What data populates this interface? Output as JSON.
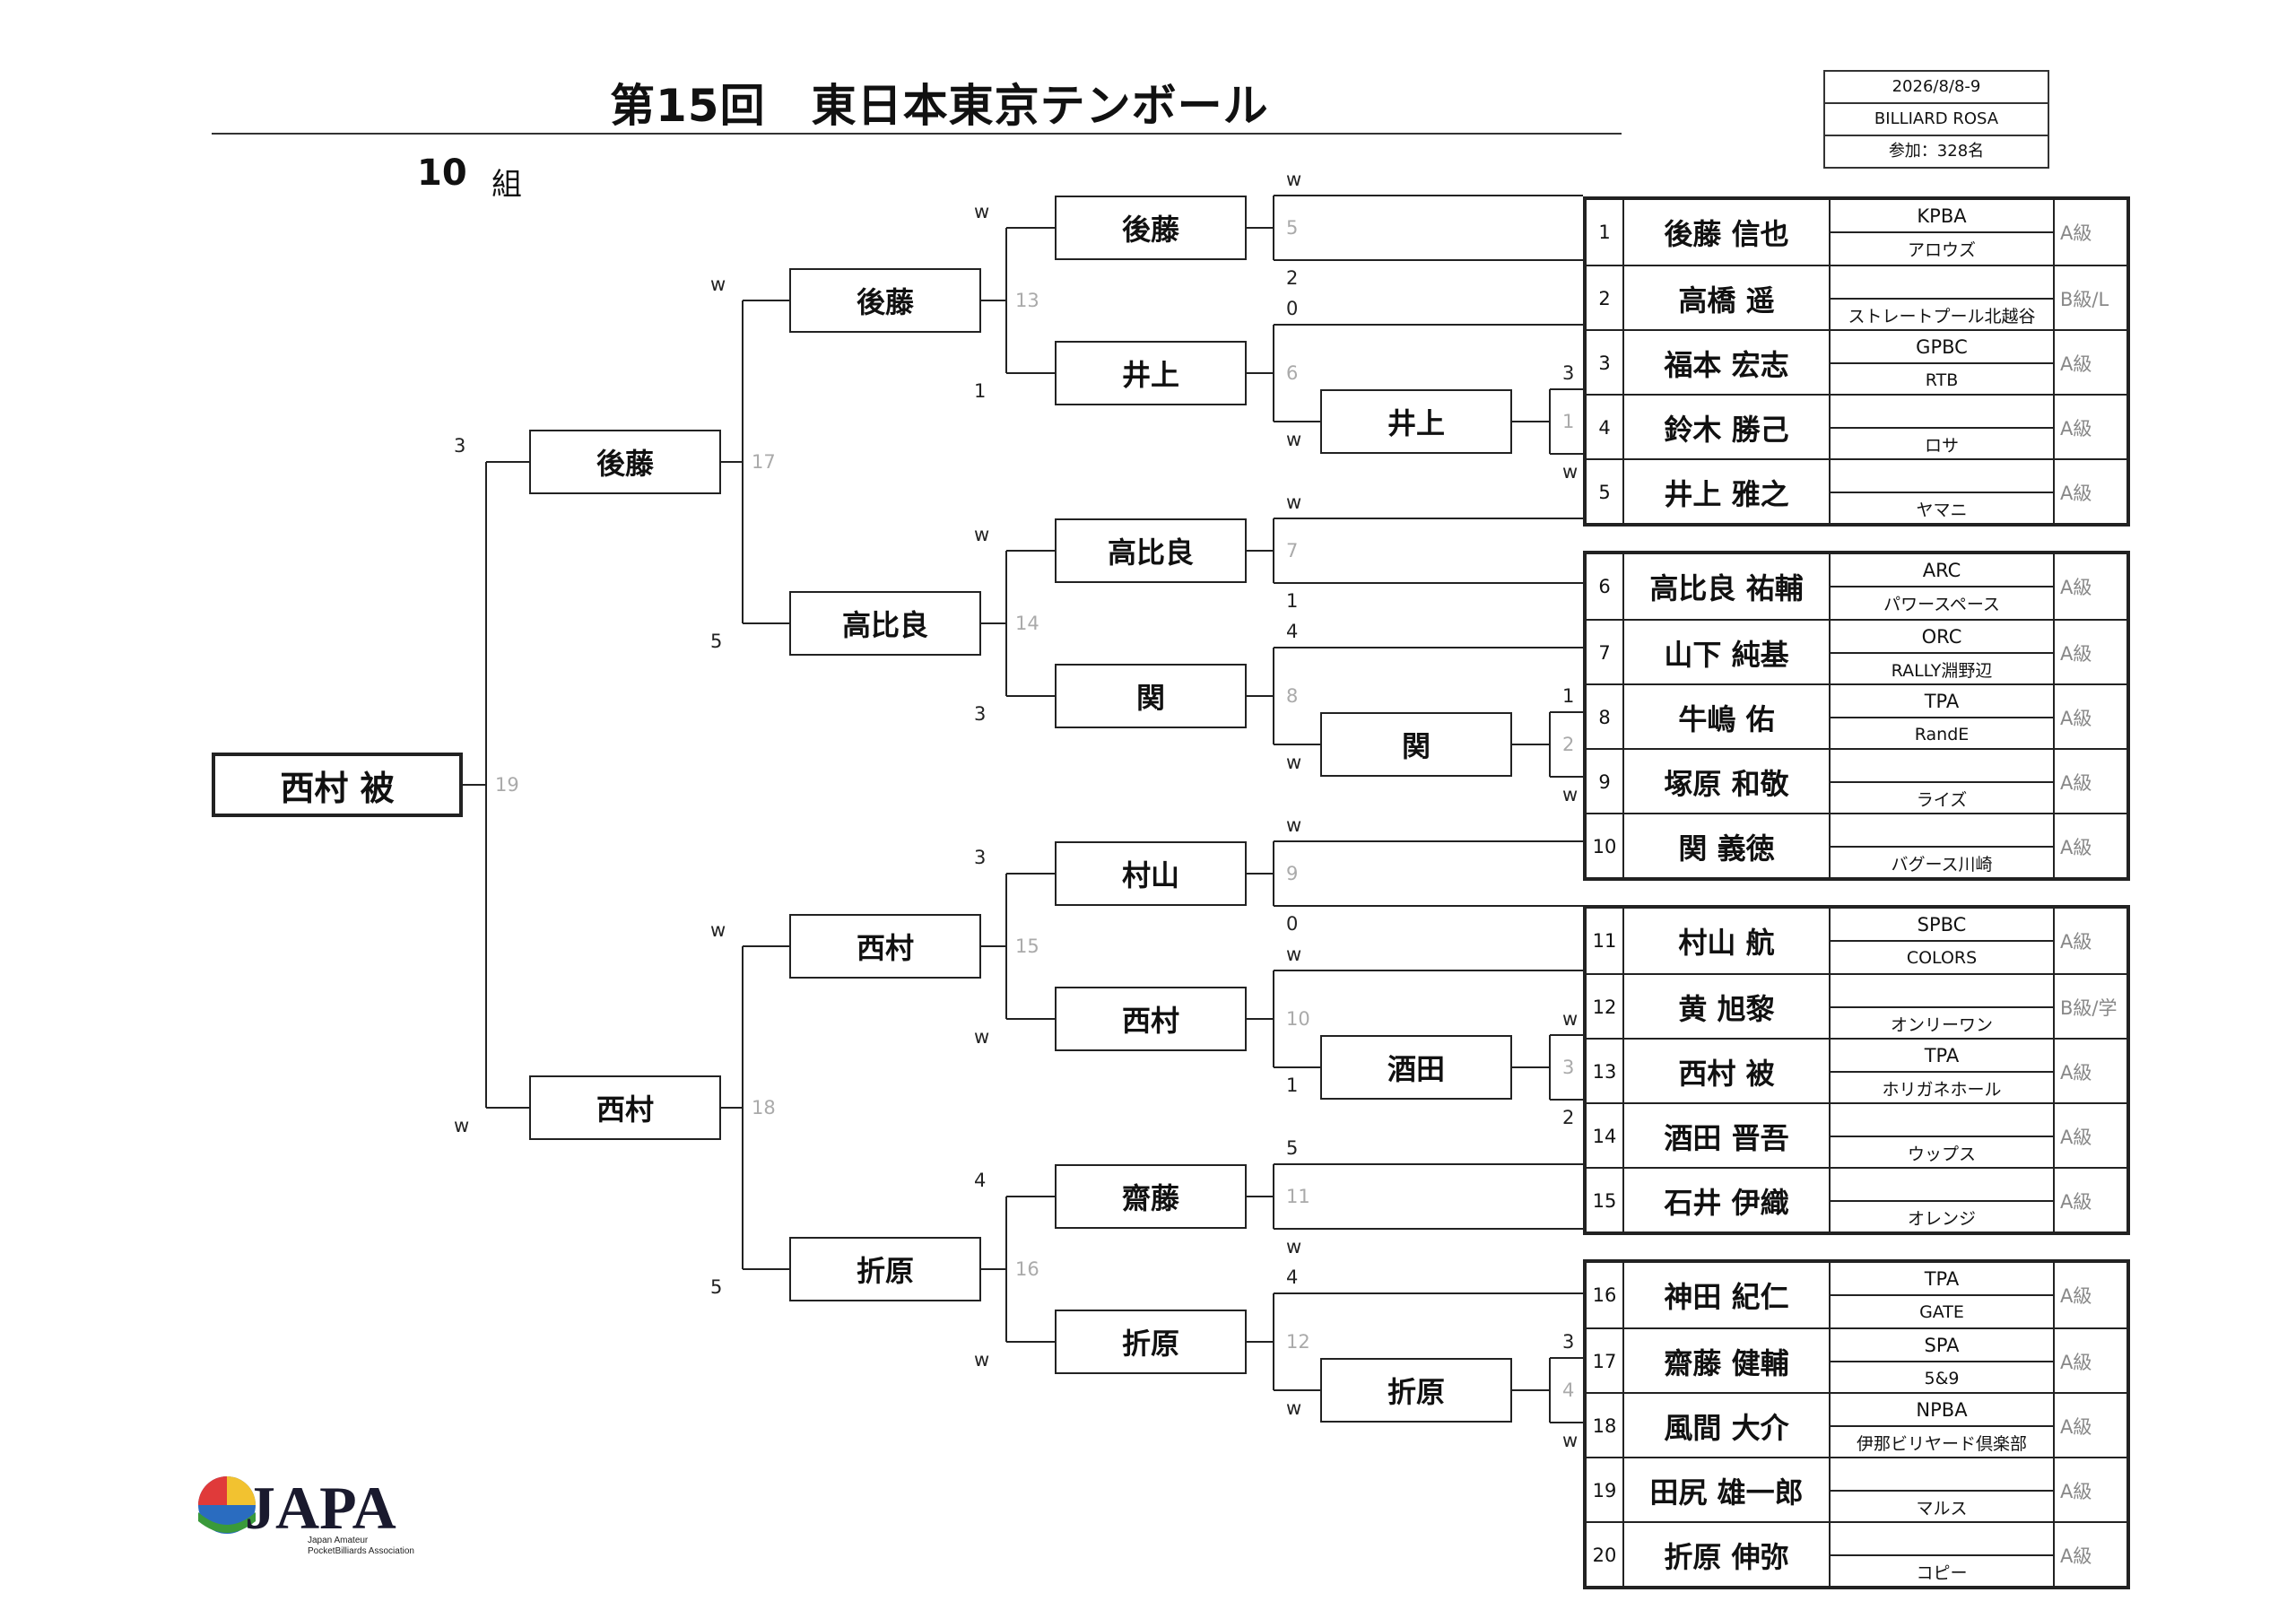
{
  "title": "第15回　東日本東京テンボール",
  "group": {
    "number": "10",
    "label": "組"
  },
  "info": {
    "date": "2026/8/8-9",
    "venue": "BILLIARD ROSA",
    "participants": "参加：328名"
  },
  "logo": {
    "brand": "JAPA",
    "sub1": "Japan Amateur",
    "sub2": "PocketBilliards Association"
  },
  "players": [
    {
      "no": "1",
      "name": "後藤 信也",
      "club1": "KPBA",
      "club2": "アロウズ",
      "class": "A級"
    },
    {
      "no": "2",
      "name": "高橋 遥",
      "club1": "",
      "club2": "ストレートプール北越谷",
      "class": "B級/L"
    },
    {
      "no": "3",
      "name": "福本 宏志",
      "club1": "GPBC",
      "club2": "RTB",
      "class": "A級"
    },
    {
      "no": "4",
      "name": "鈴木 勝己",
      "club1": "",
      "club2": "ロサ",
      "class": "A級"
    },
    {
      "no": "5",
      "name": "井上 雅之",
      "club1": "",
      "club2": "ヤマニ",
      "class": "A級"
    },
    {
      "no": "6",
      "name": "高比良 祐輔",
      "club1": "ARC",
      "club2": "パワースペース",
      "class": "A級"
    },
    {
      "no": "7",
      "name": "山下 純基",
      "club1": "ORC",
      "club2": "RALLY淵野辺",
      "class": "A級"
    },
    {
      "no": "8",
      "name": "牛嶋 佑",
      "club1": "TPA",
      "club2": "RandE",
      "class": "A級"
    },
    {
      "no": "9",
      "name": "塚原 和敬",
      "club1": "",
      "club2": "ライズ",
      "class": "A級"
    },
    {
      "no": "10",
      "name": "関 義徳",
      "club1": "",
      "club2": "バグース川崎",
      "class": "A級"
    },
    {
      "no": "11",
      "name": "村山 航",
      "club1": "SPBC",
      "club2": "COLORS",
      "class": "A級"
    },
    {
      "no": "12",
      "name": "黄 旭黎",
      "club1": "",
      "club2": "オンリーワン",
      "class": "B級/学"
    },
    {
      "no": "13",
      "name": "西村 被",
      "club1": "TPA",
      "club2": "ホリガネホール",
      "class": "A級"
    },
    {
      "no": "14",
      "name": "酒田 晋吾",
      "club1": "",
      "club2": "ウップス",
      "class": "A級"
    },
    {
      "no": "15",
      "name": "石井 伊織",
      "club1": "",
      "club2": "オレンジ",
      "class": "A級"
    },
    {
      "no": "16",
      "name": "神田 紀仁",
      "club1": "TPA",
      "club2": "GATE",
      "class": "A級"
    },
    {
      "no": "17",
      "name": "齋藤 健輔",
      "club1": "SPA",
      "club2": "5&9",
      "class": "A級"
    },
    {
      "no": "18",
      "name": "風間 大介",
      "club1": "NPBA",
      "club2": "伊那ビリヤード倶楽部",
      "class": "A級"
    },
    {
      "no": "19",
      "name": "田尻 雄一郎",
      "club1": "",
      "club2": "マルス",
      "class": "A級"
    },
    {
      "no": "20",
      "name": "折原 伸弥",
      "club1": "",
      "club2": "コピー",
      "class": "A級"
    }
  ],
  "winners": {
    "m1": "井上",
    "m2": "関",
    "m3": "酒田",
    "m4": "折原",
    "m5": "後藤",
    "m6": "井上",
    "m7": "高比良",
    "m8": "関",
    "m9": "村山",
    "m10": "西村",
    "m11": "齋藤",
    "m12": "折原",
    "m13": "後藤",
    "m14": "高比良",
    "m15": "西村",
    "m16": "折原",
    "m17": "後藤",
    "m18": "西村",
    "m19": "西村 被"
  },
  "match_numbers": {
    "m1": "1",
    "m2": "2",
    "m3": "3",
    "m4": "4",
    "m5": "5",
    "m6": "6",
    "m7": "7",
    "m8": "8",
    "m9": "9",
    "m10": "10",
    "m11": "11",
    "m12": "12",
    "m13": "13",
    "m14": "14",
    "m15": "15",
    "m16": "16",
    "m17": "17",
    "m18": "18",
    "m19": "19"
  },
  "scores": {
    "m1": [
      "3",
      "w"
    ],
    "m2": [
      "1",
      "w"
    ],
    "m3": [
      "w",
      "2"
    ],
    "m4": [
      "3",
      "w"
    ],
    "m5": [
      "w",
      "2"
    ],
    "m6": [
      "0",
      "w"
    ],
    "m7": [
      "w",
      "1"
    ],
    "m8": [
      "4",
      "w"
    ],
    "m9": [
      "w",
      "0"
    ],
    "m10": [
      "w",
      "1"
    ],
    "m11": [
      "5",
      "w"
    ],
    "m12": [
      "4",
      "w"
    ],
    "m13": [
      "w",
      "1"
    ],
    "m14": [
      "w",
      "3"
    ],
    "m15": [
      "3",
      "w"
    ],
    "m16": [
      "4",
      "w"
    ],
    "m17": [
      "w",
      "5"
    ],
    "m18": [
      "w",
      "5"
    ],
    "m19": [
      "3",
      "w"
    ]
  }
}
